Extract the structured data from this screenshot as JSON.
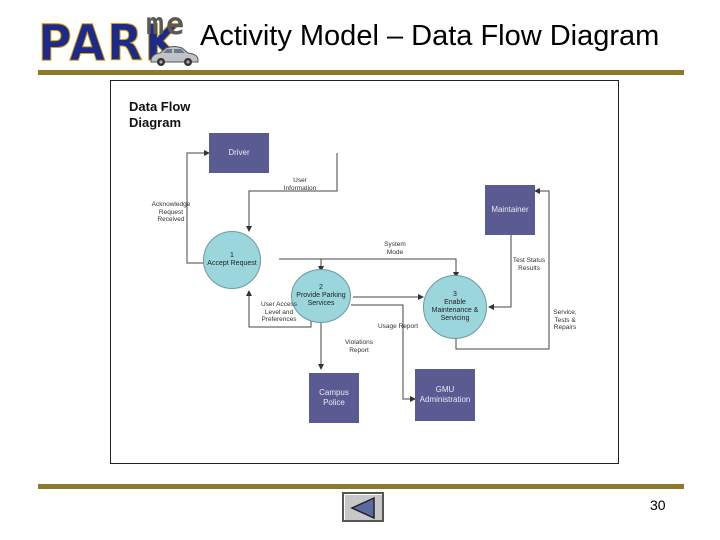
{
  "logo": {
    "brand": "PARK",
    "suffix": "me"
  },
  "slide": {
    "title": "Activity Model – Data Flow Diagram",
    "page_number": "30"
  },
  "diagram": {
    "title_line1": "Data Flow",
    "title_line2": "Diagram",
    "entities": {
      "driver": "Driver",
      "maintainer": "Maintainer",
      "campus_police": "Campus Police",
      "gmu_admin": "GMU Administration"
    },
    "processes": {
      "p1_num": "1",
      "p1_name": "Accept Request",
      "p2_num": "2",
      "p2_name": "Provide Parking Services",
      "p3_num": "3",
      "p3_name": "Enable Maintenance & Servicing"
    },
    "flows": {
      "user_information": "User Information",
      "acknowledge": "Acknowledge Request Received",
      "system_mode": "System Mode",
      "test_status": "Test Status Results",
      "user_access": "User Access Level and Preferences",
      "usage_report": "Usage Report",
      "service_tests": "Service, Tests & Repairs",
      "violations_report": "Violations Report"
    }
  },
  "navigation": {
    "back_icon": "back-triangle-icon"
  }
}
